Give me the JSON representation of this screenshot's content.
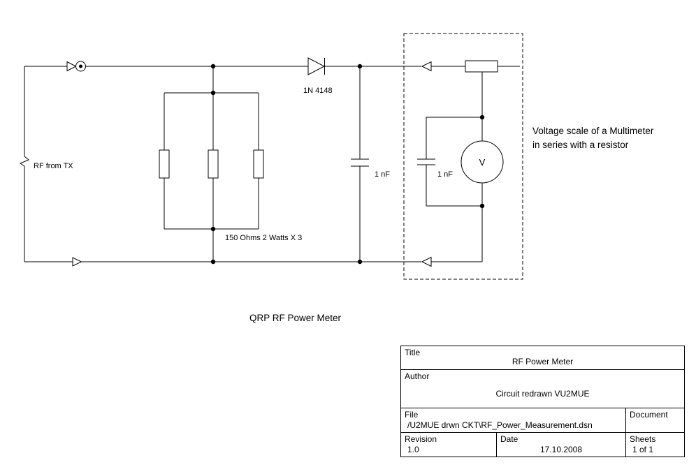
{
  "schematic": {
    "labels": {
      "rf_from_tx": "RF from TX",
      "diode": "1N 4148",
      "resistor_bank": "150 Ohms 2 Watts X 3",
      "filter_cap": "1 nF",
      "meter_cap": "1 nF",
      "voltmeter": "V"
    },
    "note": {
      "line1": "Voltage scale of a Multimeter",
      "line2": "in series with a resistor"
    },
    "caption": "QRP RF Power Meter"
  },
  "title_block": {
    "title_label": "Title",
    "title_value": "RF Power Meter",
    "author_label": "Author",
    "author_value": "Circuit redrawn VU2MUE",
    "file_label": "File",
    "file_value": "/U2MUE drwn CKT\\RF_Power_Measurement.dsn",
    "document_label": "Document",
    "revision_label": "Revision",
    "revision_value": "1.0",
    "date_label": "Date",
    "date_value": "17.10.2008",
    "sheets_label": "Sheets",
    "sheets_value": "1 of 1"
  },
  "colors": {
    "line": "#000000",
    "background": "#ffffff"
  }
}
